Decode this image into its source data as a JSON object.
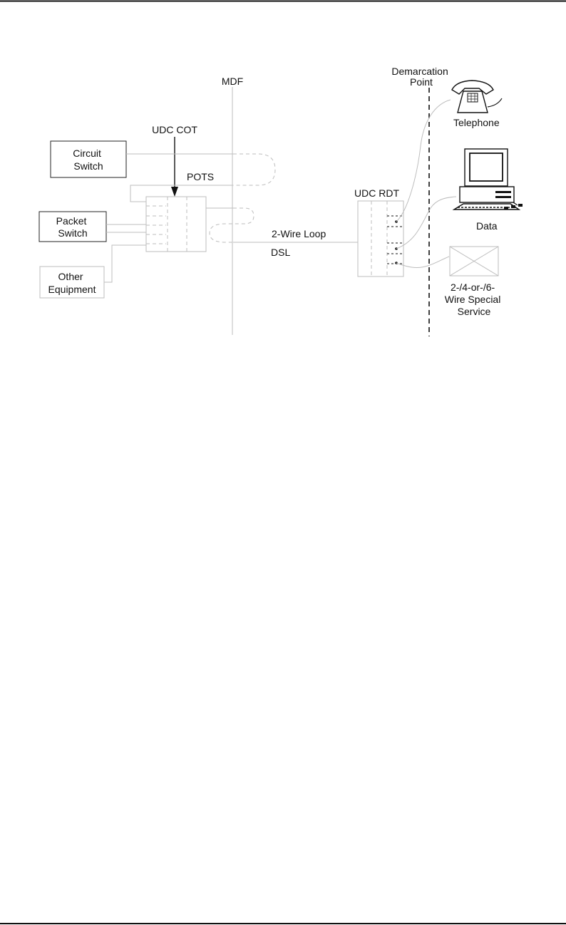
{
  "diagram": {
    "mdf": "MDF",
    "demarcation": [
      "Demarcation",
      "Point"
    ],
    "udc_cot": "UDC COT",
    "udc_rdt": "UDC RDT",
    "circuit_switch": [
      "Circuit",
      "Switch"
    ],
    "packet_switch": [
      "Packet",
      "Switch"
    ],
    "other_equipment": [
      "Other",
      "Equipment"
    ],
    "pots": "POTS",
    "two_wire_loop": "2-Wire Loop",
    "dsl": "DSL",
    "telephone": "Telephone",
    "data": "Data",
    "special_service": [
      "2-/4-or-/6-",
      "Wire Special",
      "Service"
    ]
  }
}
